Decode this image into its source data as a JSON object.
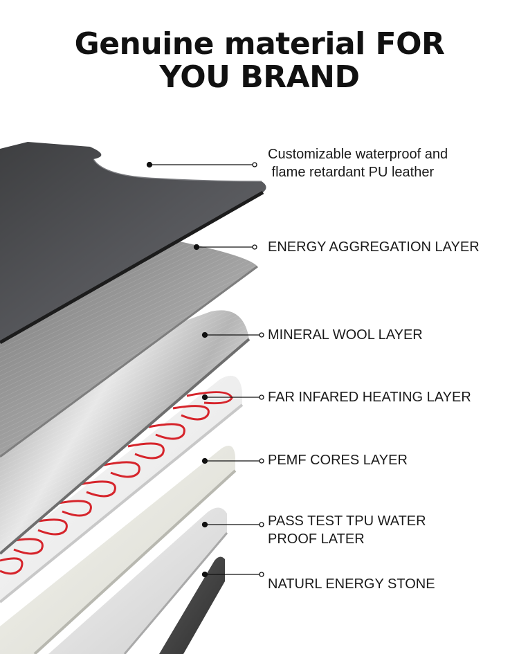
{
  "headline": {
    "line1": "Genuine material FOR",
    "line2": "YOU BRAND"
  },
  "layers": [
    {
      "name": "pu-leather",
      "lines": [
        "Customizable waterproof and",
        " flame retardant PU leather"
      ],
      "color": "#4a4b4d"
    },
    {
      "name": "energy-aggregation",
      "lines": [
        "ENERGY AGGREGATION LAYER"
      ],
      "color": "#9a9a9a"
    },
    {
      "name": "mineral-wool",
      "lines": [
        "MINERAL WOOL LAYER"
      ],
      "color": "#c9c9c9"
    },
    {
      "name": "far-infrared-heating",
      "lines": [
        "FAR INFARED HEATING LAYER"
      ],
      "color": "#eeeeee",
      "wire_color": "#d6242b"
    },
    {
      "name": "pemf-cores",
      "lines": [
        "PEMF CORES LAYER"
      ],
      "color": "#e4e4dc"
    },
    {
      "name": "tpu-waterproof",
      "lines": [
        "PASS TEST TPU WATER",
        "PROOF LATER"
      ],
      "color": "#e2e2e2"
    },
    {
      "name": "energy-stone",
      "lines": [
        "NATURL ENERGY STONE"
      ],
      "color": "#3a3a3a"
    }
  ]
}
